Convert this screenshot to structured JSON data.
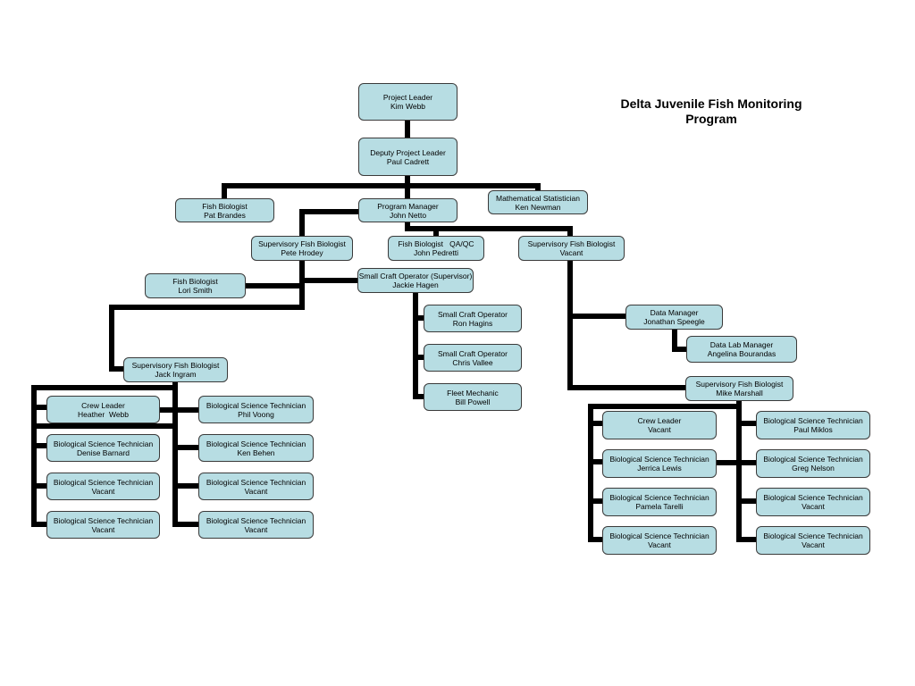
{
  "title": "Delta Juvenile Fish Monitoring Program",
  "nodes": {
    "project_leader": {
      "role": "Project Leader",
      "name": "Kim Webb"
    },
    "deputy_project_leader": {
      "role": "Deputy Project Leader",
      "name": "Paul Cadrett"
    },
    "fish_biologist_brandes": {
      "role": "Fish Biologist",
      "name": "Pat Brandes"
    },
    "program_manager": {
      "role": "Program Manager",
      "name": "John Netto"
    },
    "math_statistician": {
      "role": "Mathematical Statistician",
      "name": "Ken Newman"
    },
    "sup_fish_bio_hrodey": {
      "role": "Supervisory Fish Biologist",
      "name": "Pete Hrodey"
    },
    "fish_bio_qaqc": {
      "role": "Fish Biologist   QA/QC",
      "name": "John Pedretti"
    },
    "sup_fish_bio_vacant": {
      "role": "Supervisory Fish Biologist",
      "name": "Vacant"
    },
    "fish_bio_smith": {
      "role": "Fish Biologist",
      "name": "Lori Smith"
    },
    "small_craft_sup": {
      "role": "Small Craft Operator (Supervisor)",
      "name": "Jackie Hagen"
    },
    "small_craft_hagins": {
      "role": "Small Craft Operator",
      "name": "Ron Hagins"
    },
    "small_craft_vallee": {
      "role": "Small Craft Operator",
      "name": "Chris Vallee"
    },
    "fleet_mechanic": {
      "role": "Fleet Mechanic",
      "name": "Bill Powell"
    },
    "data_manager": {
      "role": "Data Manager",
      "name": "Jonathan Speegle"
    },
    "data_lab_manager": {
      "role": "Data Lab Manager",
      "name": "Angelina Bourandas"
    },
    "sup_fish_bio_ingram": {
      "role": "Supervisory Fish Biologist",
      "name": "Jack Ingram"
    },
    "sup_fish_bio_marshall": {
      "role": "Supervisory Fish Biologist",
      "name": "Mike Marshall"
    },
    "crew_leader_webb": {
      "role": "Crew Leader",
      "name": "Heather  Webb"
    },
    "bst_voong": {
      "role": "Biological Science Technician",
      "name": "Phil Voong"
    },
    "bst_barnard": {
      "role": "Biological Science Technician",
      "name": "Denise Barnard"
    },
    "bst_behen": {
      "role": "Biological Science Technician",
      "name": "Ken Behen"
    },
    "bst_left_vacant_1": {
      "role": "Biological Science Technician",
      "name": "Vacant"
    },
    "bst_left_vacant_2": {
      "role": "Biological Science Technician",
      "name": "Vacant"
    },
    "bst_left_vacant_3": {
      "role": "Biological Science Technician",
      "name": "Vacant"
    },
    "bst_left_vacant_4": {
      "role": "Biological Science Technician",
      "name": "Vacant"
    },
    "crew_leader_vacant": {
      "role": "Crew Leader",
      "name": "Vacant"
    },
    "bst_miklos": {
      "role": "Biological Science Technician",
      "name": "Paul Miklos"
    },
    "bst_lewis": {
      "role": "Biological Science Technician",
      "name": "Jerrica Lewis"
    },
    "bst_nelson": {
      "role": "Biological Science Technician",
      "name": "Greg Nelson"
    },
    "bst_tarelli": {
      "role": "Biological Science Technician",
      "name": "Pamela Tarelli"
    },
    "bst_right_vacant_1": {
      "role": "Biological Science Technician",
      "name": "Vacant"
    },
    "bst_right_vacant_2": {
      "role": "Biological Science Technician",
      "name": "Vacant"
    },
    "bst_right_vacant_3": {
      "role": "Biological Science Technician",
      "name": "Vacant"
    }
  }
}
